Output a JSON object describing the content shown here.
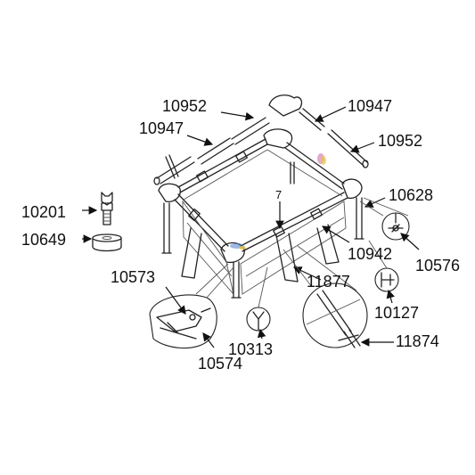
{
  "labels": {
    "p10952_top": "10952",
    "p10947_top": "10947",
    "p10947_left": "10947",
    "p10952_right": "10952",
    "p10628": "10628",
    "p7": "7",
    "p10201": "10201",
    "p10649": "10649",
    "p10942": "10942",
    "p10576": "10576",
    "p10573": "10573",
    "p11877": "11877",
    "p10127": "10127",
    "p10313": "10313",
    "p11874": "11874",
    "p10574": "10574"
  },
  "colors": {
    "line": "#222222",
    "text": "#111111",
    "accent_blue": "#4a7fd0",
    "accent_yellow": "#e8c640",
    "accent_pink": "#d070b0"
  }
}
